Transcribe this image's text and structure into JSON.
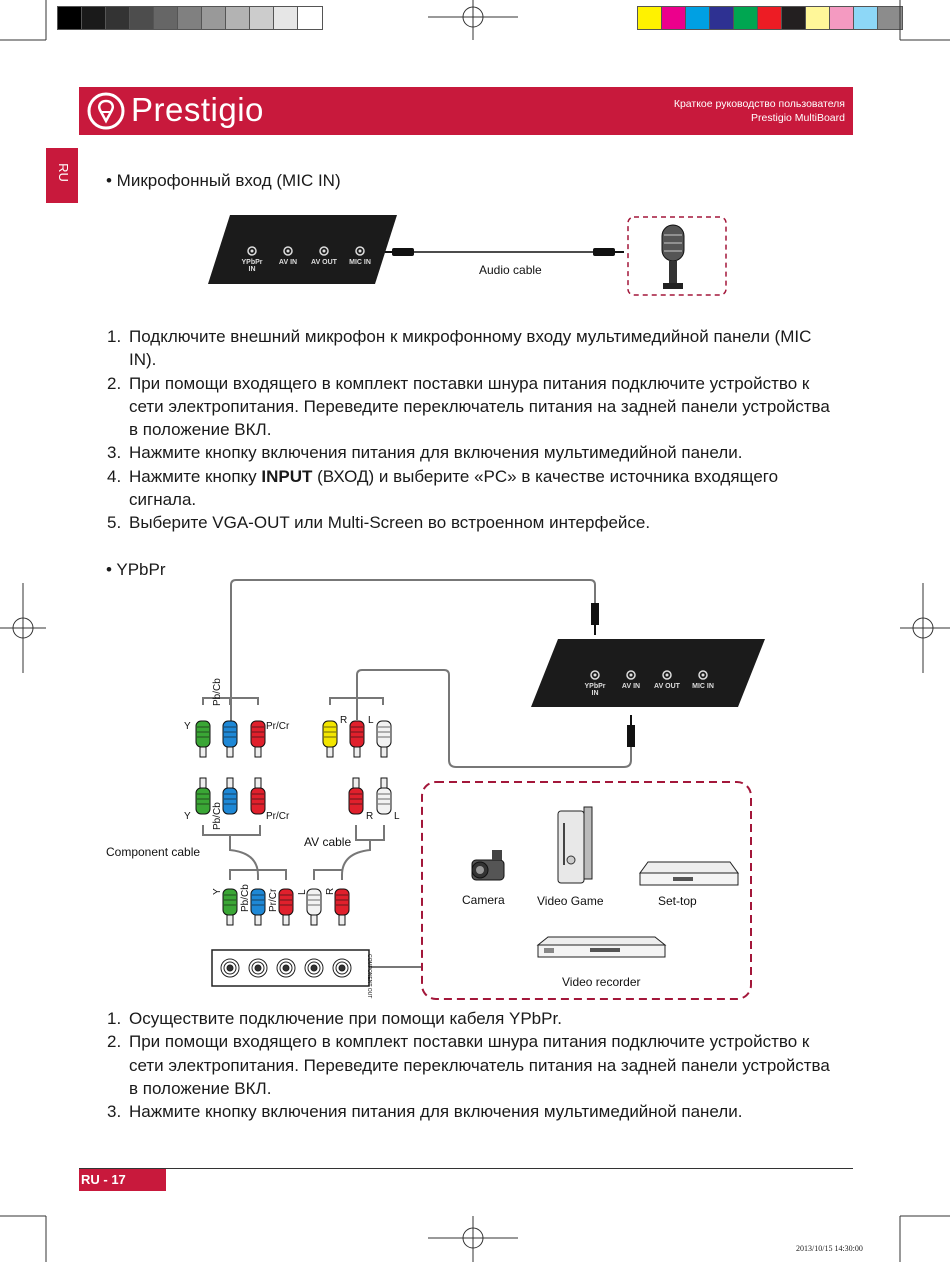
{
  "print_marks": {
    "gray_swatches": [
      "#000000",
      "#1a1a1a",
      "#333333",
      "#4d4d4d",
      "#666666",
      "#808080",
      "#999999",
      "#b3b3b3",
      "#cccccc",
      "#e6e6e6",
      "#ffffff"
    ],
    "color_swatches": [
      "#fff200",
      "#ec008c",
      "#00a0e3",
      "#2e3192",
      "#00a651",
      "#ed1c24",
      "#231f20",
      "#fff799",
      "#f49ac1",
      "#8dd7f7",
      "#8c8c8c"
    ]
  },
  "header": {
    "brand": "Prestigio",
    "line1": "Краткое руководство пользователя",
    "line2": "Prestigio MultiBoard",
    "brand_color": "#c8193c"
  },
  "side_tab": "RU",
  "mic_section": {
    "title": "• Микрофонный вход (MIC IN)",
    "cable_label": "Audio cable",
    "ports": [
      "YPbPr\nIN",
      "AV IN",
      "AV OUT",
      "MIC IN"
    ],
    "steps": [
      {
        "n": "1.",
        "text": "Подключите внешний микрофон к микрофонному входу мультимедийной панели (MIC IN)."
      },
      {
        "n": "2.",
        "text": "При помощи входящего в комплект поставки шнура питания подключите устройство к сети электропитания. Переведите переключатель питания на задней панели устройства в положение ВКЛ."
      },
      {
        "n": "3.",
        "text": "Нажмите кнопку включения питания для включения мультимедийной панели."
      },
      {
        "n": "4.",
        "pre": "Нажмите кнопку ",
        "bold": "INPUT",
        "post": " (ВХОД) и выберите «PC» в качестве источника входящего сигнала."
      },
      {
        "n": "5.",
        "text": "Выберите VGA-OUT или Multi-Screen во встроенном интерфейсе."
      }
    ]
  },
  "ypbpr_section": {
    "title": "• YPbPr",
    "ports": [
      "YPbPr\nIN",
      "AV IN",
      "AV OUT",
      "MIC IN"
    ],
    "labels": {
      "component_cable": "Component cable",
      "av_cable": "AV cable",
      "y": "Y",
      "pb": "Pb/Cb",
      "pr": "Pr/Cr",
      "r": "R",
      "l": "L",
      "component_out": "COMPONENT OUT"
    },
    "devices": [
      "Camera",
      "Video Game",
      "Set-top",
      "Video recorder"
    ],
    "steps": [
      {
        "n": "1.",
        "text": "Осуществите подключение при помощи кабеля YPbPr."
      },
      {
        "n": "2.",
        "text": "При помощи входящего в комплект поставки шнура питания подключите устройство к сети электропитания. Переведите переключатель питания на задней панели устройства в положение ВКЛ."
      },
      {
        "n": "3.",
        "text": "Нажмите кнопку включения питания для включения мультимедийной панели."
      }
    ]
  },
  "footer": {
    "page": "RU - 17",
    "timestamp": "2013/10/15   14:30:00"
  }
}
